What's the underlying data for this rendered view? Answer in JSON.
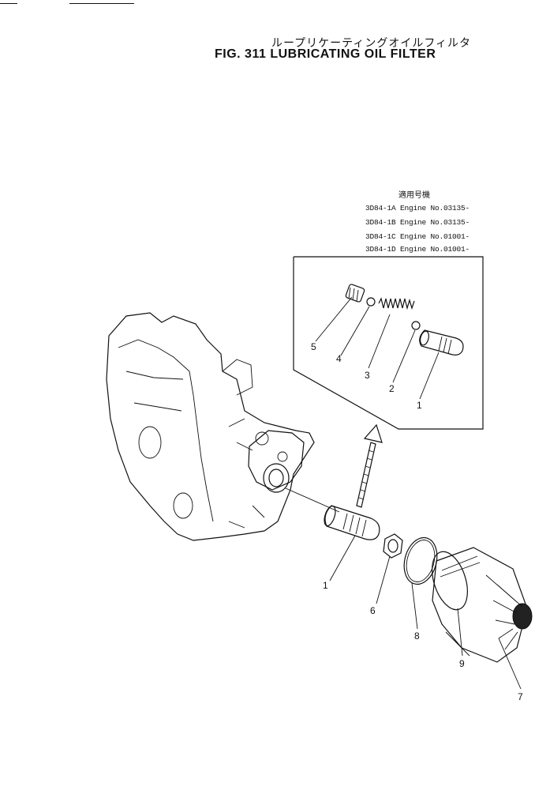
{
  "header": {
    "title_jp": "ループリケーティングオイルフィルタ",
    "title_en": "FIG. 311  LUBRICATING OIL FILTER"
  },
  "applicability": {
    "heading": "適用号機",
    "lines": [
      "3D84-1A Engine No.03135-",
      "3D84-1B Engine No.03135-",
      "3D84-1C Engine No.01001-",
      "3D84-1D Engine No.01001-"
    ]
  },
  "callouts": {
    "inset_5": "5",
    "inset_4": "4",
    "inset_3": "3",
    "inset_2": "2",
    "inset_1": "1",
    "main_1": "1",
    "main_6": "6",
    "main_8": "8",
    "main_9": "9",
    "main_7": "7"
  }
}
